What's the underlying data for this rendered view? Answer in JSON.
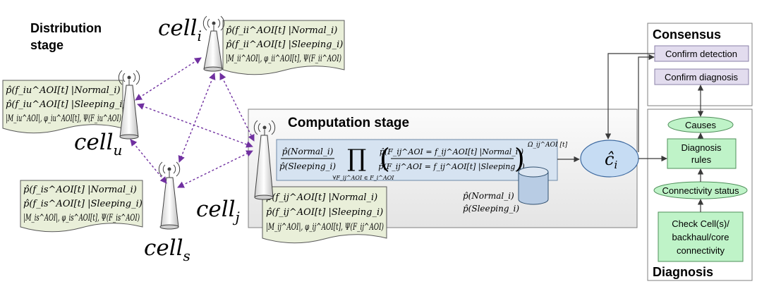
{
  "stage_labels": {
    "distribution_line1": "Distribution",
    "distribution_line2": "stage",
    "computation": "Computation stage",
    "consensus": "Consensus",
    "diagnosis": "Diagnosis"
  },
  "cells": {
    "i": {
      "name": "cell",
      "sub": "i"
    },
    "u": {
      "name": "cell",
      "sub": "u"
    },
    "j": {
      "name": "cell",
      "sub": "j"
    },
    "s": {
      "name": "cell",
      "sub": "s"
    }
  },
  "notes": {
    "i": [
      "p̂(f_ii^AOI[t] |Normal_i)",
      "p̂(f_ii^AOI[t] |Sleeping_i)",
      "|M_ii^AOI|, φ_ii^AOI[t], Ψ(F_ii^AOI)"
    ],
    "u": [
      "p̂(f_iu^AOI[t] |Normal_i)",
      "p̂(f_iu^AOI[t] |Sleeping_i)",
      "|M_iu^AOI|, φ_iu^AOI[t], Ψ(F_iu^AOI)"
    ],
    "s": [
      "p̂(f_is^AOI[t] |Normal_i)",
      "p̂(f_is^AOI[t] |Sleeping_i)",
      "|M_is^AOI|, φ_is^AOI[t], Ψ(F_is^AOI)"
    ],
    "j": [
      "p̂(f_ij^AOI[t] |Normal_i)",
      "p̂(f_ij^AOI[t] |Sleeping_i)",
      "|M_ij^AOI|, φ_ij^AOI[t], Ψ(F_ij^AOI)"
    ]
  },
  "formula": {
    "ratio_num": "p̂(Normal_i)",
    "ratio_den": "p̂(Sleeping_i)",
    "product_sub": "∀F_ij^AOI ∈ F_i^AOI",
    "inner_num": "p̂(F_ij^AOI = f_ij^AOI[t] |Normal_i )",
    "inner_den": "p̂(F_ij^AOI = f_ij^AOI[t] |Sleeping_i)",
    "exponent": "Ω_ij^AOI [t]"
  },
  "priors": [
    "p̂(Normal_i)",
    "p̂(Sleeping_i)"
  ],
  "output_symbol": "ĉ_i",
  "consensus": {
    "confirm_detection": "Confirm detection",
    "confirm_diagnosis": "Confirm diagnosis"
  },
  "diagnosis": {
    "causes": "Causes",
    "rules_line1": "Diagnosis",
    "rules_line2": "rules",
    "connectivity": "Connectivity status",
    "check_line1": "Check Cell(s)/",
    "check_line2": "backhaul/core",
    "check_line3": "connectivity"
  },
  "colors": {
    "note_fill": "#e9efd9",
    "formula_fill": "#d6e3f1",
    "consensus_box": "#e2dcee",
    "green_box": "#bff3c8",
    "output_ellipse": "#c6dcf3",
    "db_fill": "#b8cce4",
    "dashed_link": "#7030a0"
  }
}
